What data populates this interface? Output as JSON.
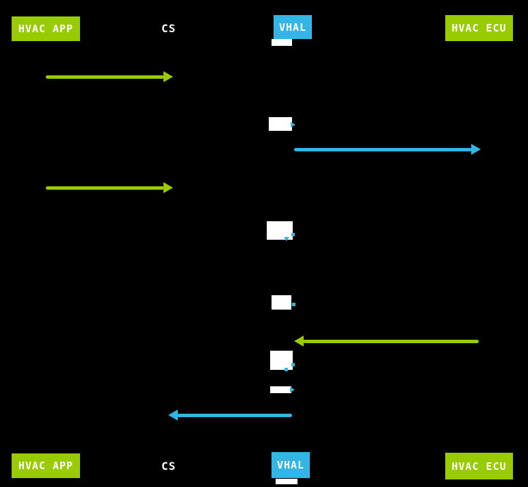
{
  "colors": {
    "green": "#99CC00",
    "blue": "#33B5E5",
    "background": "#000000",
    "label_text": "#FFFFFF",
    "activation_white": "#FFFFFF"
  },
  "lifelines": {
    "hvac_app": {
      "label": "HVAC APP",
      "style": "green-box"
    },
    "cs": {
      "label": "CS",
      "style": "plain-text"
    },
    "vhal": {
      "label": "VHAL",
      "style": "blue-box"
    },
    "hvac_ecu": {
      "label": "HVAC ECU",
      "style": "green-box"
    }
  },
  "messages": [
    {
      "order": 1,
      "from": "HVAC APP",
      "to": "CS",
      "color": "green",
      "direction": "right"
    },
    {
      "order": 2,
      "from": "VHAL",
      "to": "HVAC ECU",
      "color": "blue",
      "direction": "right"
    },
    {
      "order": 3,
      "from": "HVAC APP",
      "to": "CS",
      "color": "green",
      "direction": "right"
    },
    {
      "order": 4,
      "from": "HVAC ECU",
      "to": "VHAL",
      "color": "green",
      "direction": "left"
    },
    {
      "order": 5,
      "from": "VHAL",
      "to": "CS",
      "color": "blue",
      "direction": "left"
    }
  ],
  "activations": {
    "lifeline": "VHAL",
    "segment_count": 7
  }
}
